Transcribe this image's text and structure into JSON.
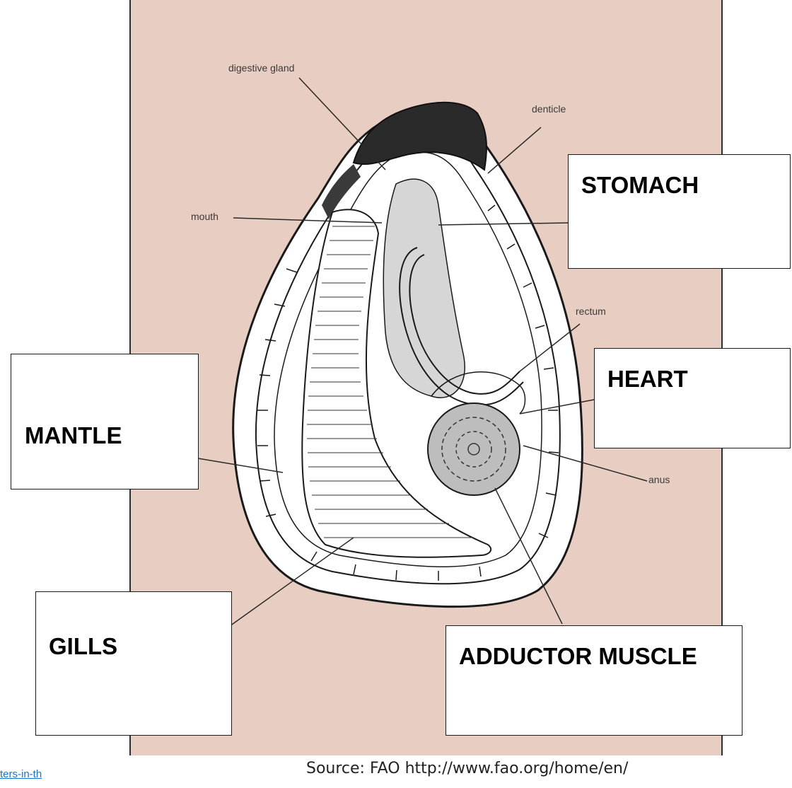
{
  "diagram": {
    "printed_labels": {
      "digestive_gland": "digestive gland",
      "denticle": "denticle",
      "mouth": "mouth",
      "rectum": "rectum",
      "anus": "anus"
    },
    "answer_boxes": {
      "stomach": "STOMACH",
      "heart": "HEART",
      "mantle": "MANTLE",
      "gills": "GILLS",
      "adductor_muscle": "ADDUCTOR MUSCLE"
    }
  },
  "caption": {
    "source": "Source: FAO http://www.fao.org/home/en/"
  },
  "link": {
    "partial_text": "ters-in-th"
  },
  "colors": {
    "panel_background": "#e8cdc2",
    "shell_fill": "#ffffff",
    "line": "#222222",
    "link": "#1a73c8"
  }
}
